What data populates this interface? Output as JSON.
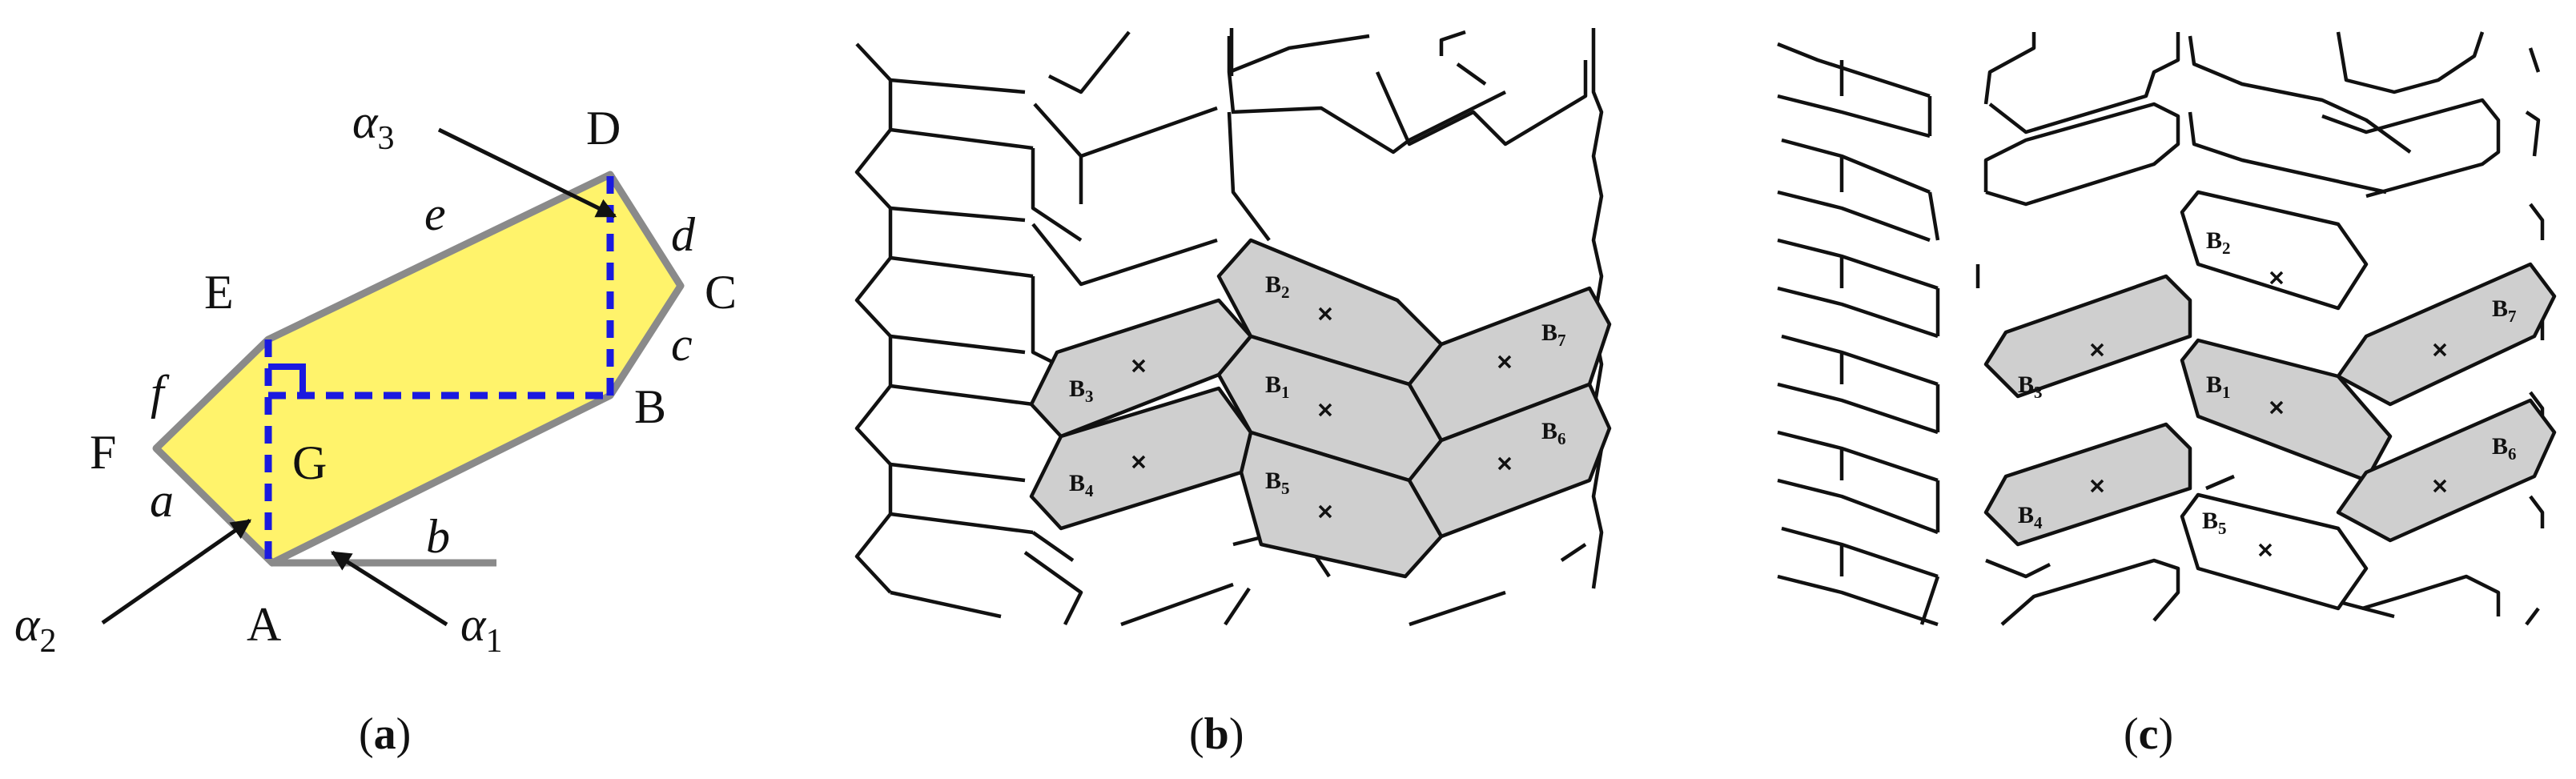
{
  "panel_a": {
    "caption": "(a)",
    "caption_bold": "a",
    "colors": {
      "fill": "#fff36b",
      "outline": "#8a8a8a",
      "dashed": "#1a1adf",
      "arrow": "#111111"
    },
    "vertices": {
      "A": "A",
      "B": "B",
      "C": "C",
      "D": "D",
      "E": "E",
      "F": "F",
      "G": "G"
    },
    "edges": {
      "a": "a",
      "b": "b",
      "c": "c",
      "d": "d",
      "e": "e",
      "f": "f"
    },
    "angles": {
      "alpha1": {
        "sym": "α",
        "sub": "1"
      },
      "alpha2": {
        "sym": "α",
        "sub": "2"
      },
      "alpha3": {
        "sym": "α",
        "sub": "3"
      }
    }
  },
  "panel_b": {
    "caption": "(b)",
    "caption_bold": "b",
    "gray": "#cfcfcf",
    "cells": [
      {
        "letter": "B",
        "sub": "2"
      },
      {
        "letter": "B",
        "sub": "1"
      },
      {
        "letter": "B",
        "sub": "5"
      },
      {
        "letter": "B",
        "sub": "3"
      },
      {
        "letter": "B",
        "sub": "4"
      },
      {
        "letter": "B",
        "sub": "7"
      },
      {
        "letter": "B",
        "sub": "6"
      }
    ]
  },
  "panel_c": {
    "caption": "(c)",
    "caption_bold": "c",
    "gray": "#cfcfcf",
    "cells": [
      {
        "letter": "B",
        "sub": "2"
      },
      {
        "letter": "B",
        "sub": "1"
      },
      {
        "letter": "B",
        "sub": "5"
      },
      {
        "letter": "B",
        "sub": "3"
      },
      {
        "letter": "B",
        "sub": "4"
      },
      {
        "letter": "B",
        "sub": "7"
      },
      {
        "letter": "B",
        "sub": "6"
      }
    ]
  }
}
